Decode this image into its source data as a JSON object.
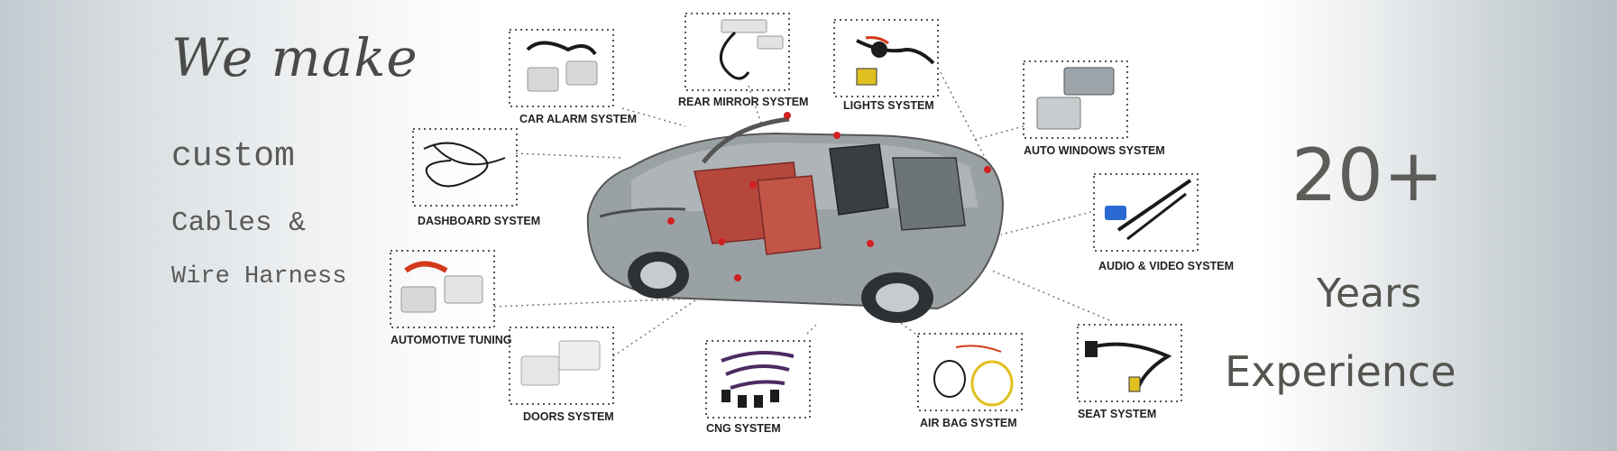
{
  "headline": {
    "line1": "We make",
    "line2": "custom",
    "line3": "Cables &",
    "line4": "Wire Harness"
  },
  "experience": {
    "number": "20+",
    "word": "Years",
    "label": "Experience"
  },
  "systems": [
    "CAR ALARM SYSTEM",
    "REAR MIRROR SYSTEM",
    "LIGHTS SYSTEM",
    "AUTO WINDOWS SYSTEM",
    "DASHBOARD SYSTEM",
    "AUDIO & VIDEO SYSTEM",
    "AUTOMOTIVE TUNING",
    "DOORS SYSTEM",
    "CNG  SYSTEM",
    "AIR BAG SYSTEM",
    "SEAT SYSTEM"
  ],
  "colors": {
    "car_body": "#8e9599",
    "seat_red": "#b5473d",
    "wire_black": "#1a1a1a",
    "wire_purple": "#4b2b62",
    "wire_orange": "#d23a1a",
    "wire_yellow": "#e0c020",
    "connector_grey": "#c9ccce"
  }
}
